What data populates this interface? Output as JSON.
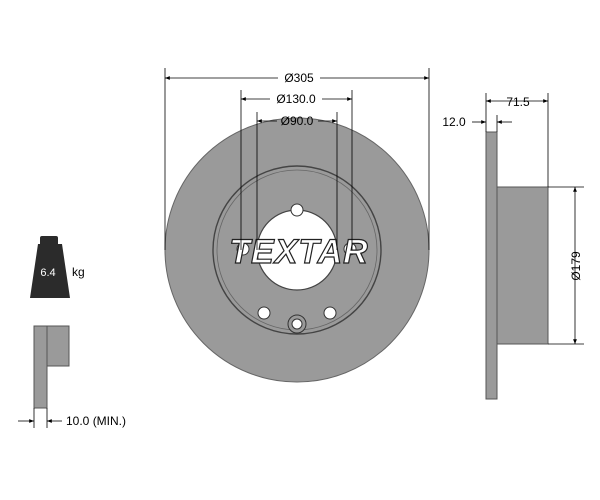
{
  "drawing": {
    "brand": "TEXTAR",
    "weight": {
      "value": "6.4",
      "unit": "kg"
    },
    "dimensions": {
      "outer_diameter": "Ø305",
      "bolt_circle": "Ø130.0",
      "center_bore": "Ø90.0",
      "height": "71.5",
      "thickness": "12.0",
      "hub_diameter": "Ø179",
      "min_thickness": "10.0 (MIN.)"
    }
  },
  "colors": {
    "disc": "#9a9a9a",
    "disc_outline": "#555555",
    "weight_icon": "#2b2b2b",
    "line": "#000000"
  }
}
